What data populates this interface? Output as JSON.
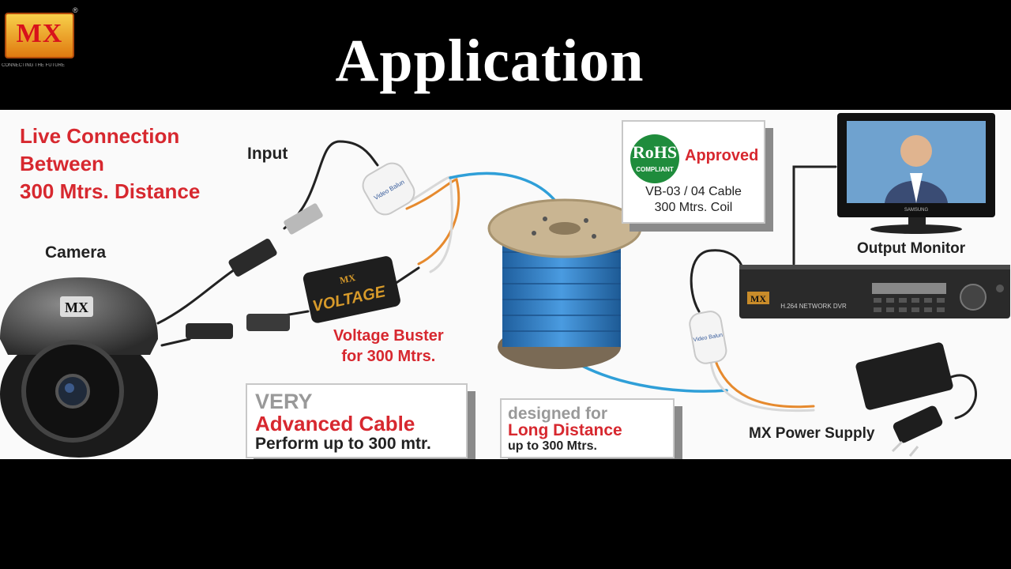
{
  "header": {
    "logo_text": "MX",
    "logo_tm": "®",
    "tagline": "CONNECTING THE FUTURE",
    "title": "Application"
  },
  "labels": {
    "live_line1": "Live Connection",
    "live_line2": "Between",
    "live_line3": "300 Mtrs. Distance",
    "input": "Input",
    "camera": "Camera",
    "camera_brand": "MX",
    "voltage_brand": "MX",
    "voltage_text": "VOLTAGE",
    "voltage_line1": "Voltage Buster",
    "voltage_line2": "for 300 Mtrs.",
    "output_monitor": "Output Monitor",
    "monitor_brand": "SAMSUNG",
    "dvr_brand": "MX",
    "dvr_text": "H.264 NETWORK DVR",
    "power_supply": "MX Power Supply",
    "balun_text": "Video Balun"
  },
  "rohs_box": {
    "badge_title": "RoHS",
    "badge_sub": "COMPLIANT",
    "approved": "Approved",
    "line1": "VB-03 / 04 Cable",
    "line2": "300 Mtrs. Coil"
  },
  "advanced_box": {
    "line1": "VERY",
    "line2": "Advanced Cable",
    "line3": "Perform up to 300 mtr."
  },
  "distance_box": {
    "line1": "designed for",
    "line2": "Long Distance",
    "line3": "up to 300 Mtrs."
  },
  "colors": {
    "accent_red": "#d7282f",
    "cable_blue": "#2f86c9",
    "wire_orange": "#e68a2e",
    "rohs_green": "#1f8c3c"
  }
}
